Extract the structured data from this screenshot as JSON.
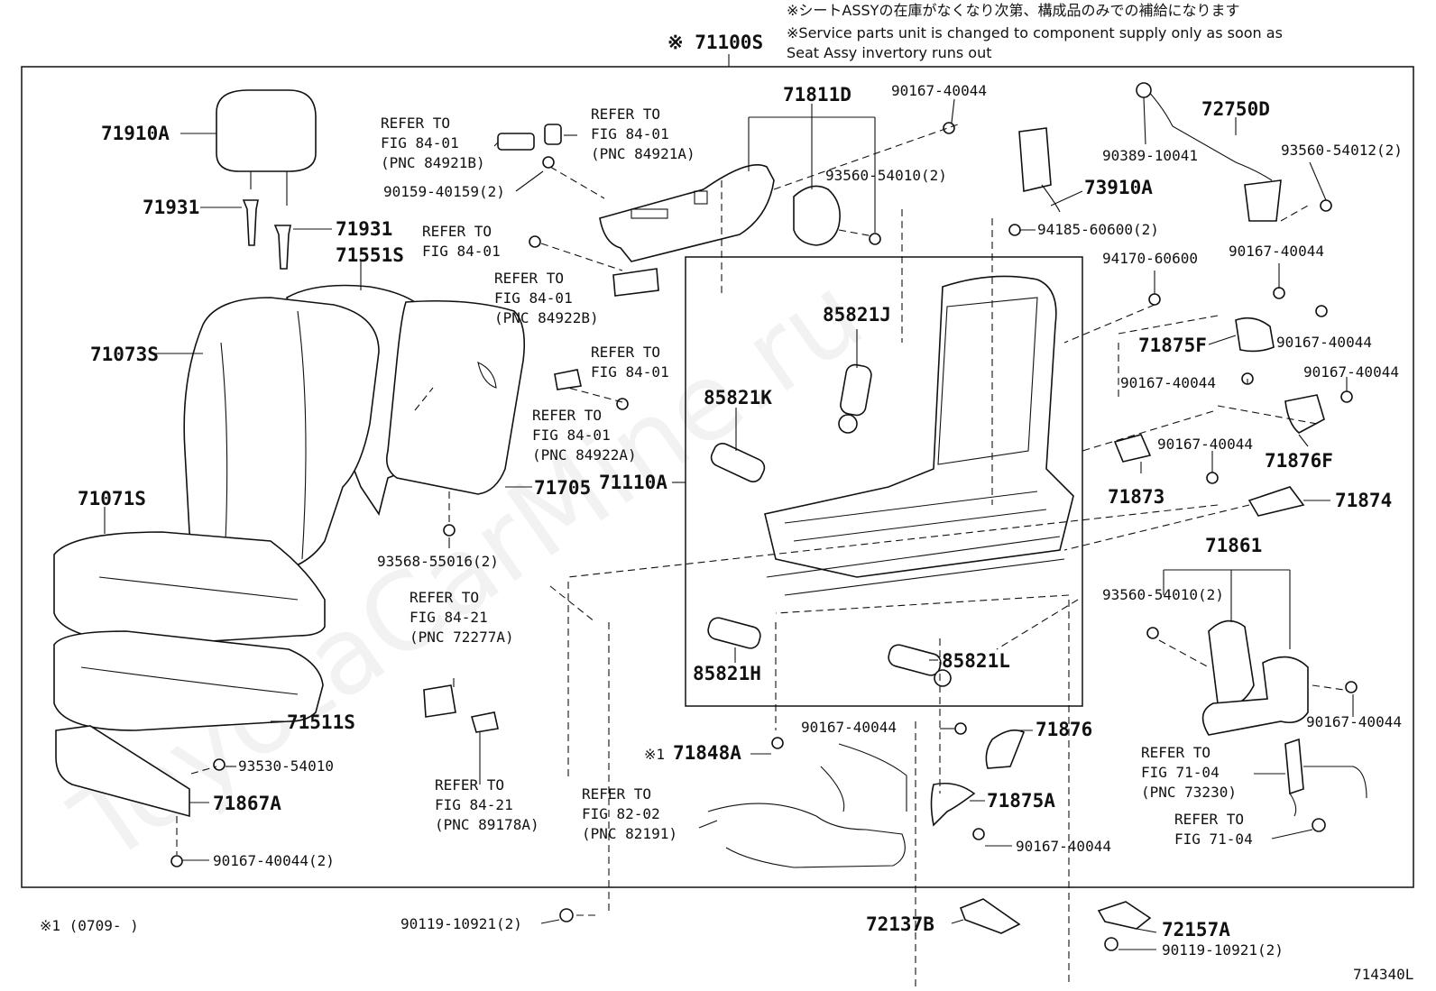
{
  "notes": {
    "jp": "※シートASSYの在庫がなくなり次第、構成品のみでの補給になります",
    "en1": "※Service parts unit is changed to component supply only as soon as",
    "en2": "Seat Assy invertory runs out"
  },
  "assembly_label": "※ 71100S",
  "watermark": "ToyotaCarMine.ru",
  "footnote": "※1 (0709-     )",
  "drawing_number": "714340L",
  "labels": {
    "p71910A": "71910A",
    "p71931a": "71931",
    "p71931b": "71931",
    "p71551S": "71551S",
    "p71073S": "71073S",
    "p71071S": "71071S",
    "p71511S": "71511S",
    "p93530": "93530-54010",
    "p71867A": "71867A",
    "p90167_2_bl": "90167-40044(2)",
    "p93568": "93568-55016(2)",
    "p71705": "71705",
    "p90159": "90159-40159(2)",
    "p71811D": "71811D",
    "p90167_top": "90167-40044",
    "p93560_top": "93560-54010(2)",
    "p73910A": "73910A",
    "p94185": "94185-60600(2)",
    "p94170": "94170-60600",
    "p72750D": "72750D",
    "p90389": "90389-10041",
    "p93560_54012": "93560-54012(2)",
    "p90167_r1": "90167-40044",
    "p71875F": "71875F",
    "p90167_r2": "90167-40044",
    "p90167_r3": "90167-40044",
    "p90167_r4": "90167-40044",
    "p71876F": "71876F",
    "p90167_r5": "90167-40044",
    "p71873": "71873",
    "p71874": "71874",
    "p85821J": "85821J",
    "p85821K": "85821K",
    "p71110A": "71110A",
    "p85821H": "85821H",
    "p85821L": "85821L",
    "p71861": "71861",
    "p93560_r": "93560-54010(2)",
    "p90167_r6": "90167-40044",
    "p90167_c1": "90167-40044",
    "p71876": "71876",
    "p71848A": "71848A",
    "p71848A_mark": "※1",
    "p71875A": "71875A",
    "p90167_c2": "90167-40044",
    "p90119_l": "90119-10921(2)",
    "p72137B": "72137B",
    "p72157A": "72157A",
    "p90119_r": "90119-10921(2)"
  },
  "refs": {
    "r1": {
      "l1": "REFER TO",
      "l2": "FIG 84-01",
      "l3": "(PNC 84921B)"
    },
    "r2": {
      "l1": "REFER TO",
      "l2": "FIG 84-01",
      "l3": "(PNC 84921A)"
    },
    "r3": {
      "l1": "REFER TO",
      "l2": "FIG 84-01"
    },
    "r4": {
      "l1": "REFER TO",
      "l2": "FIG 84-01",
      "l3": "(PNC 84922B)"
    },
    "r5": {
      "l1": "REFER TO",
      "l2": "FIG 84-01"
    },
    "r6": {
      "l1": "REFER TO",
      "l2": "FIG 84-01",
      "l3": "(PNC 84922A)"
    },
    "r7": {
      "l1": "REFER TO",
      "l2": "FIG 84-21",
      "l3": "(PNC 72277A)"
    },
    "r8": {
      "l1": "REFER TO",
      "l2": "FIG 84-21",
      "l3": "(PNC 89178A)"
    },
    "r9": {
      "l1": "REFER TO",
      "l2": "FIG 82-02",
      "l3": "(PNC 82191)"
    },
    "r10": {
      "l1": "REFER TO",
      "l2": "FIG 71-04",
      "l3": "(PNC 73230)"
    },
    "r11": {
      "l1": "REFER TO",
      "l2": "FIG 71-04"
    }
  }
}
